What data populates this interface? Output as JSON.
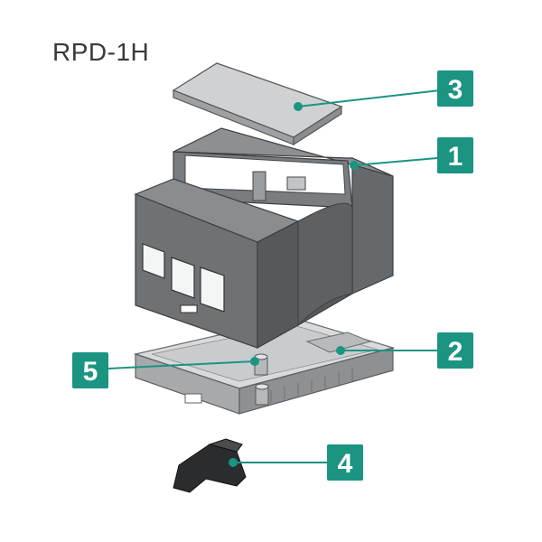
{
  "title": "RPD-1H",
  "accent_color": "#1b9482",
  "callouts": [
    {
      "number": "3",
      "part": "lid"
    },
    {
      "number": "1",
      "part": "housing"
    },
    {
      "number": "2",
      "part": "base-plate"
    },
    {
      "number": "5",
      "part": "mounting-post"
    },
    {
      "number": "4",
      "part": "din-rail-clip"
    }
  ]
}
